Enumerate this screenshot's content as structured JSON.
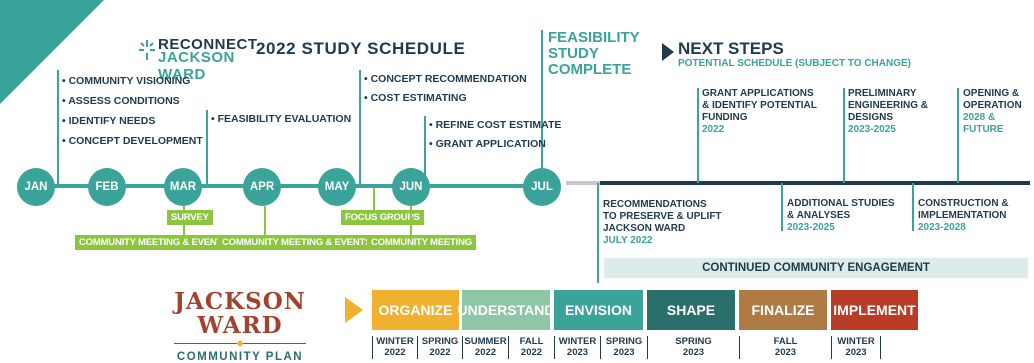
{
  "logo": {
    "line1": "RECONNECT",
    "line2": "JACKSON WARD"
  },
  "title": "2022 STUDY SCHEDULE",
  "months": [
    "JAN",
    "FEB",
    "MAR",
    "APR",
    "MAY",
    "JUN",
    "JUL"
  ],
  "jan_items": [
    "COMMUNITY VISIONING",
    "ASSESS CONDITIONS",
    "IDENTIFY NEEDS",
    "CONCEPT DEVELOPMENT"
  ],
  "mar_items": [
    "FEASIBILITY EVALUATION"
  ],
  "may_items": [
    "CONCEPT RECOMMENDATION",
    "COST ESTIMATING"
  ],
  "jun_items": [
    "REFINE COST ESTIMATE",
    "GRANT APPLICATION"
  ],
  "jul_label": {
    "line1": "FEASIBILITY",
    "line2": "STUDY",
    "line3": "COMPLETE"
  },
  "green_tags": {
    "survey": "SURVEY",
    "cm1": "COMMUNITY MEETING & EVENTS",
    "cm2": "COMMUNITY MEETING & EVENTS",
    "focus": "FOCUS GROUPS",
    "cm3": "COMMUNITY MEETING"
  },
  "next_steps": {
    "title": "NEXT STEPS",
    "subtitle": "POTENTIAL SCHEDULE (SUBJECT TO CHANGE)",
    "above": [
      {
        "lines": [
          "GRANT APPLICATIONS",
          "& IDENTIFY POTENTIAL",
          "FUNDING"
        ],
        "year": "2022"
      },
      {
        "lines": [
          "PRELIMINARY",
          "ENGINEERING &",
          "DESIGNS"
        ],
        "year": "2023-2025"
      },
      {
        "lines": [
          "OPENING &",
          "OPERATION"
        ],
        "year": "2028 & FUTURE"
      }
    ],
    "below": [
      {
        "lines": [
          "RECOMMENDATIONS",
          "TO PRESERVE & UPLIFT",
          "JACKSON WARD"
        ],
        "year": "JULY 2022"
      },
      {
        "lines": [
          "ADDITIONAL STUDIES",
          "& ANALYSES"
        ],
        "year": "2023-2025"
      },
      {
        "lines": [
          "CONSTRUCTION &",
          "IMPLEMENTATION"
        ],
        "year": "2023-2028"
      }
    ],
    "engagement": "CONTINUED COMMUNITY ENGAGEMENT"
  },
  "plan_logo": {
    "line1": "JACKSON WARD",
    "line2": "COMMUNITY PLAN"
  },
  "phases": [
    {
      "label": "ORGANIZE",
      "color": "#f0b030"
    },
    {
      "label": "UNDERSTAND",
      "color": "#8ec6a6"
    },
    {
      "label": "ENVISION",
      "color": "#3aa39a"
    },
    {
      "label": "SHAPE",
      "color": "#2a6f6b"
    },
    {
      "label": "FINALIZE",
      "color": "#b07a45"
    },
    {
      "label": "IMPLEMENT",
      "color": "#b83c26"
    }
  ],
  "seasons": [
    {
      "s": "WINTER",
      "y": "2022"
    },
    {
      "s": "SPRING",
      "y": "2022"
    },
    {
      "s": "SUMMER",
      "y": "2022"
    },
    {
      "s": "FALL",
      "y": "2022"
    },
    {
      "s": "WINTER",
      "y": "2023"
    },
    {
      "s": "SPRING",
      "y": "2023"
    },
    {
      "s": "SPRING",
      "y": "2023"
    },
    {
      "s": "FALL",
      "y": "2023"
    },
    {
      "s": "WINTER",
      "y": "2023"
    }
  ],
  "colors": {
    "teal": "#3aa39a",
    "navy": "#1f3a4d",
    "green": "#8cc63f",
    "gray": "#c8c8c8",
    "arrow": "#f0b030"
  }
}
